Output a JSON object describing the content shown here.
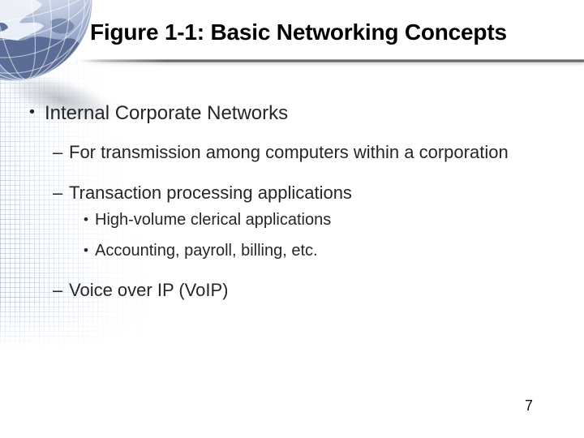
{
  "slide": {
    "title": "Figure 1-1: Basic Networking Concepts",
    "page_number": "7"
  },
  "bullets": [
    {
      "level": 1,
      "glyph": "•",
      "text": "Internal Corporate Networks"
    },
    {
      "level": 2,
      "glyph": "–",
      "text": "For transmission among computers within a corporation"
    },
    {
      "level": 2,
      "glyph": "–",
      "text": "Transaction processing applications"
    },
    {
      "level": 3,
      "glyph": "•",
      "text": "High-volume clerical applications"
    },
    {
      "level": 3,
      "glyph": "•",
      "text": "Accounting, payroll, billing, etc."
    },
    {
      "level": 2,
      "glyph": "–",
      "text": "Voice over IP (VoIP)"
    }
  ],
  "colors": {
    "background": "#ffffff",
    "title_text": "#000000",
    "body_text": "#262626",
    "divider_dark": "#545454",
    "texture_line": "#aebdd2",
    "globe_ocean": "#8294ba",
    "globe_land_dark": "#5b6d96",
    "globe_land_light": "#eef1f8"
  }
}
